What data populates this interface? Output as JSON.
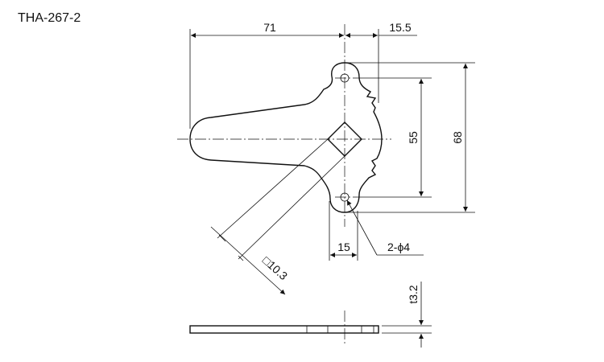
{
  "drawing": {
    "part_number": "THA-267-2",
    "dimensions": {
      "overall_width": "71",
      "right_offset": "15.5",
      "inner_height": "55",
      "outer_height": "68",
      "hole_offset": "15",
      "holes": "2-ϕ4",
      "square": "□10.3",
      "thickness": "t3.2"
    }
  }
}
